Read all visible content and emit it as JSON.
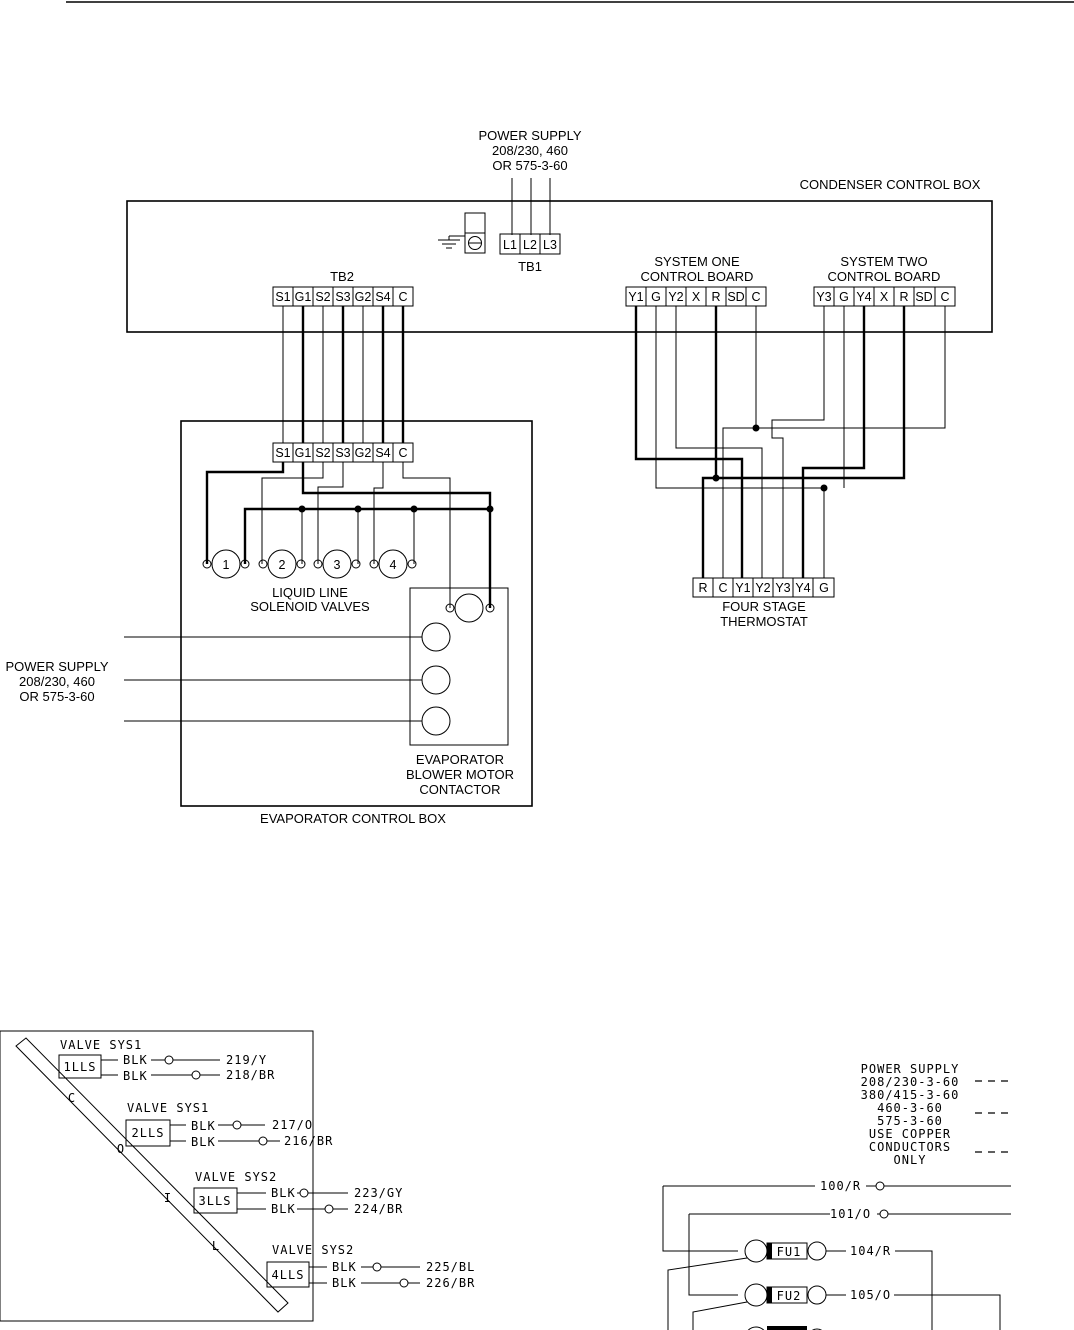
{
  "top_power_supply": {
    "line1": "POWER SUPPLY",
    "line2": "208/230, 460",
    "line3": "OR 575-3-60"
  },
  "condenser": {
    "title": "CONDENSER CONTROL BOX",
    "tb1": {
      "label": "TB1",
      "terminals": [
        "L1",
        "L2",
        "L3"
      ]
    },
    "tb2": {
      "label": "TB2",
      "terminals": [
        "S1",
        "G1",
        "S2",
        "S3",
        "G2",
        "S4",
        "C"
      ]
    },
    "system_one": {
      "line1": "SYSTEM ONE",
      "line2": "CONTROL BOARD",
      "terminals": [
        "Y1",
        "G",
        "Y2",
        "X",
        "R",
        "SD",
        "C"
      ]
    },
    "system_two": {
      "line1": "SYSTEM TWO",
      "line2": "CONTROL BOARD",
      "terminals": [
        "Y3",
        "G",
        "Y4",
        "X",
        "R",
        "SD",
        "C"
      ]
    }
  },
  "evaporator": {
    "title": "EVAPORATOR CONTROL BOX",
    "terminals": [
      "S1",
      "G1",
      "S2",
      "S3",
      "G2",
      "S4",
      "C"
    ],
    "valves": [
      "1",
      "2",
      "3",
      "4"
    ],
    "valves_label": {
      "line1": "LIQUID LINE",
      "line2": "SOLENOID VALVES"
    },
    "contactor_label": {
      "line1": "EVAPORATOR",
      "line2": "BLOWER MOTOR",
      "line3": "CONTACTOR"
    }
  },
  "left_power_supply": {
    "line1": "POWER SUPPLY",
    "line2": "208/230, 460",
    "line3": "OR 575-3-60"
  },
  "thermostat": {
    "terminals": [
      "R",
      "C",
      "Y1",
      "Y2",
      "Y3",
      "Y4",
      "G"
    ],
    "line1": "FOUR STAGE",
    "line2": "THERMOSTAT"
  },
  "coil_panel": {
    "coil_letters": [
      "C",
      "O",
      "I",
      "L"
    ],
    "valves": [
      {
        "title": "VALVE SYS1",
        "id": "1LLS",
        "wire1": "BLK",
        "tag1": "219/Y",
        "wire2": "BLK",
        "tag2": "218/BR"
      },
      {
        "title": "VALVE SYS1",
        "id": "2LLS",
        "wire1": "BLK",
        "tag1": "217/O",
        "wire2": "BLK",
        "tag2": "216/BR"
      },
      {
        "title": "VALVE SYS2",
        "id": "3LLS",
        "wire1": "BLK",
        "tag1": "223/GY",
        "wire2": "BLK",
        "tag2": "224/BR"
      },
      {
        "title": "VALVE SYS2",
        "id": "4LLS",
        "wire1": "BLK",
        "tag1": "225/BL",
        "wire2": "BLK",
        "tag2": "226/BR"
      }
    ]
  },
  "power_panel": {
    "lines": [
      "POWER SUPPLY",
      "208/230-3-60",
      "380/415-3-60",
      "460-3-60",
      "575-3-60",
      "USE COPPER",
      "CONDUCTORS",
      "ONLY"
    ],
    "wires": [
      "100/R",
      "101/O",
      "104/R",
      "105/O"
    ],
    "fuses": [
      "FU1",
      "FU2"
    ]
  }
}
